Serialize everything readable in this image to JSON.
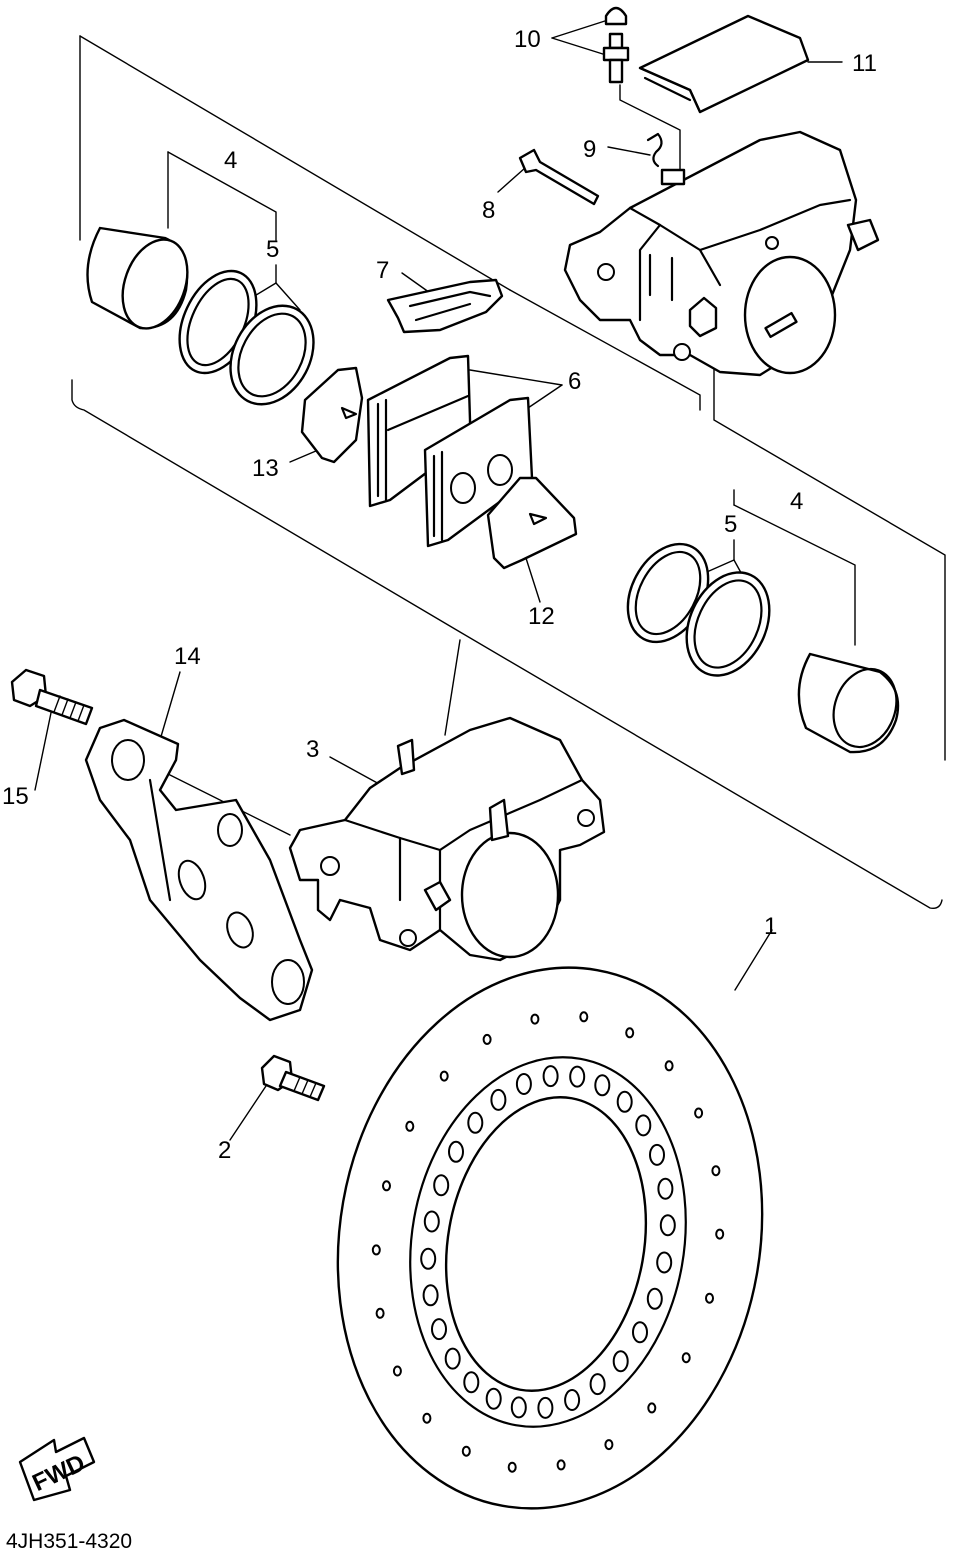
{
  "diagram": {
    "code": "4JH351-4320",
    "fwd_label": "FWD",
    "callouts": {
      "c1": "1",
      "c2": "2",
      "c3": "3",
      "c4a": "4",
      "c4b": "4",
      "c5a": "5",
      "c5b": "5",
      "c6": "6",
      "c7": "7",
      "c8": "8",
      "c9": "9",
      "c10": "10",
      "c11": "11",
      "c12": "12",
      "c13": "13",
      "c14": "14",
      "c15": "15"
    }
  }
}
